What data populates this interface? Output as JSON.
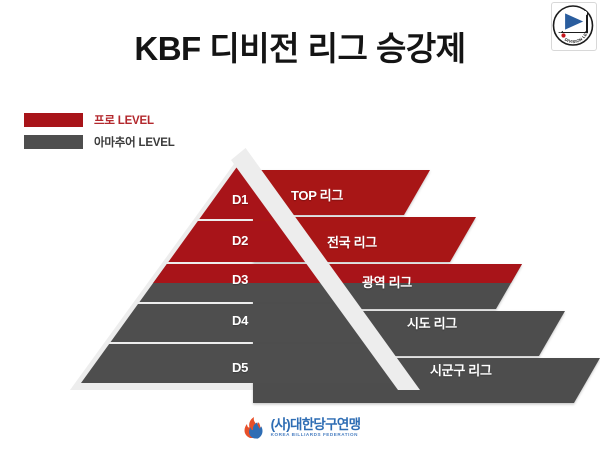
{
  "header": {
    "title": "KBF 디비전 리그 승강제"
  },
  "badge": {
    "name": "division-league-emblem",
    "curved_text": "DIVISION LEAGUE"
  },
  "legend": {
    "items": [
      {
        "label": "프로 LEVEL",
        "color": "#A81419",
        "text_color": "#B3282D",
        "key": "pro"
      },
      {
        "label": "아마추어 LEVEL",
        "color": "#4E4E4E",
        "text_color": "#3b3b3b",
        "key": "amateur"
      }
    ]
  },
  "pyramid": {
    "outline_color": "#EDEDED",
    "pro_color": "#A81419",
    "amateur_color": "#4E4E4E",
    "levels": [
      {
        "id": "D1",
        "league": "TOP 리그",
        "level_type": "pro"
      },
      {
        "id": "D2",
        "league": "전국 리그",
        "level_type": "pro"
      },
      {
        "id": "D3",
        "league": "광역 리그",
        "level_type": "pro-amateur-split"
      },
      {
        "id": "D4",
        "league": "시도 리그",
        "level_type": "amateur"
      },
      {
        "id": "D5",
        "league": "시군구 리그",
        "level_type": "amateur"
      }
    ]
  },
  "footer": {
    "logo_korean": "(사)대한당구연맹",
    "logo_english": "KOREA BILLIARDS FEDERATION"
  }
}
